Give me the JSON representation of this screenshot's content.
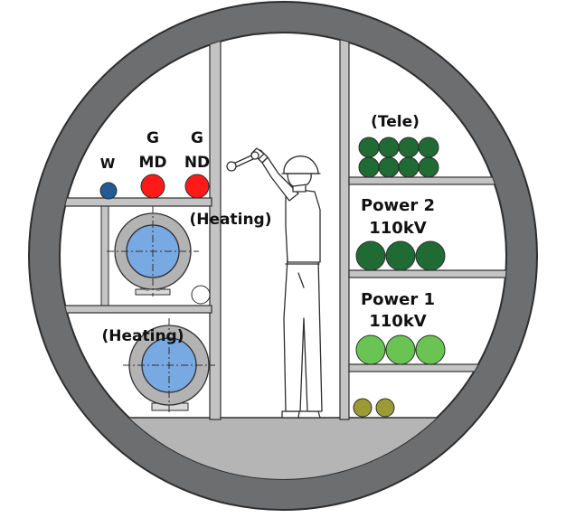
{
  "left": {
    "cable_top_w": "W",
    "cable_top_g1_line1": "G",
    "cable_top_g1_line2": "MD",
    "cable_top_g2_line1": "G",
    "cable_top_g2_line2": "ND",
    "pipe_upper_label": "(Heating)",
    "pipe_lower_label": "(Heating)"
  },
  "right": {
    "tele_label": "(Tele)",
    "power2_line1": "Power 2",
    "power2_line2": "110kV",
    "power1_line1": "Power 1",
    "power1_line2": "110kV"
  },
  "colors": {
    "tunnel_wall": "#6d6e70",
    "tunnel_floor": "#b5b5b5",
    "shelf": "#c4c4c4",
    "pipe_outer": "#b3b3b3",
    "pipe_inner": "#78a9e2",
    "cable_w": "#235a93",
    "cable_g": "#ff1a1a",
    "cable_tele": "#1f6b33",
    "cable_power2": "#1f6b33",
    "cable_power1": "#6ac454",
    "cable_small": "#9c9a34"
  }
}
